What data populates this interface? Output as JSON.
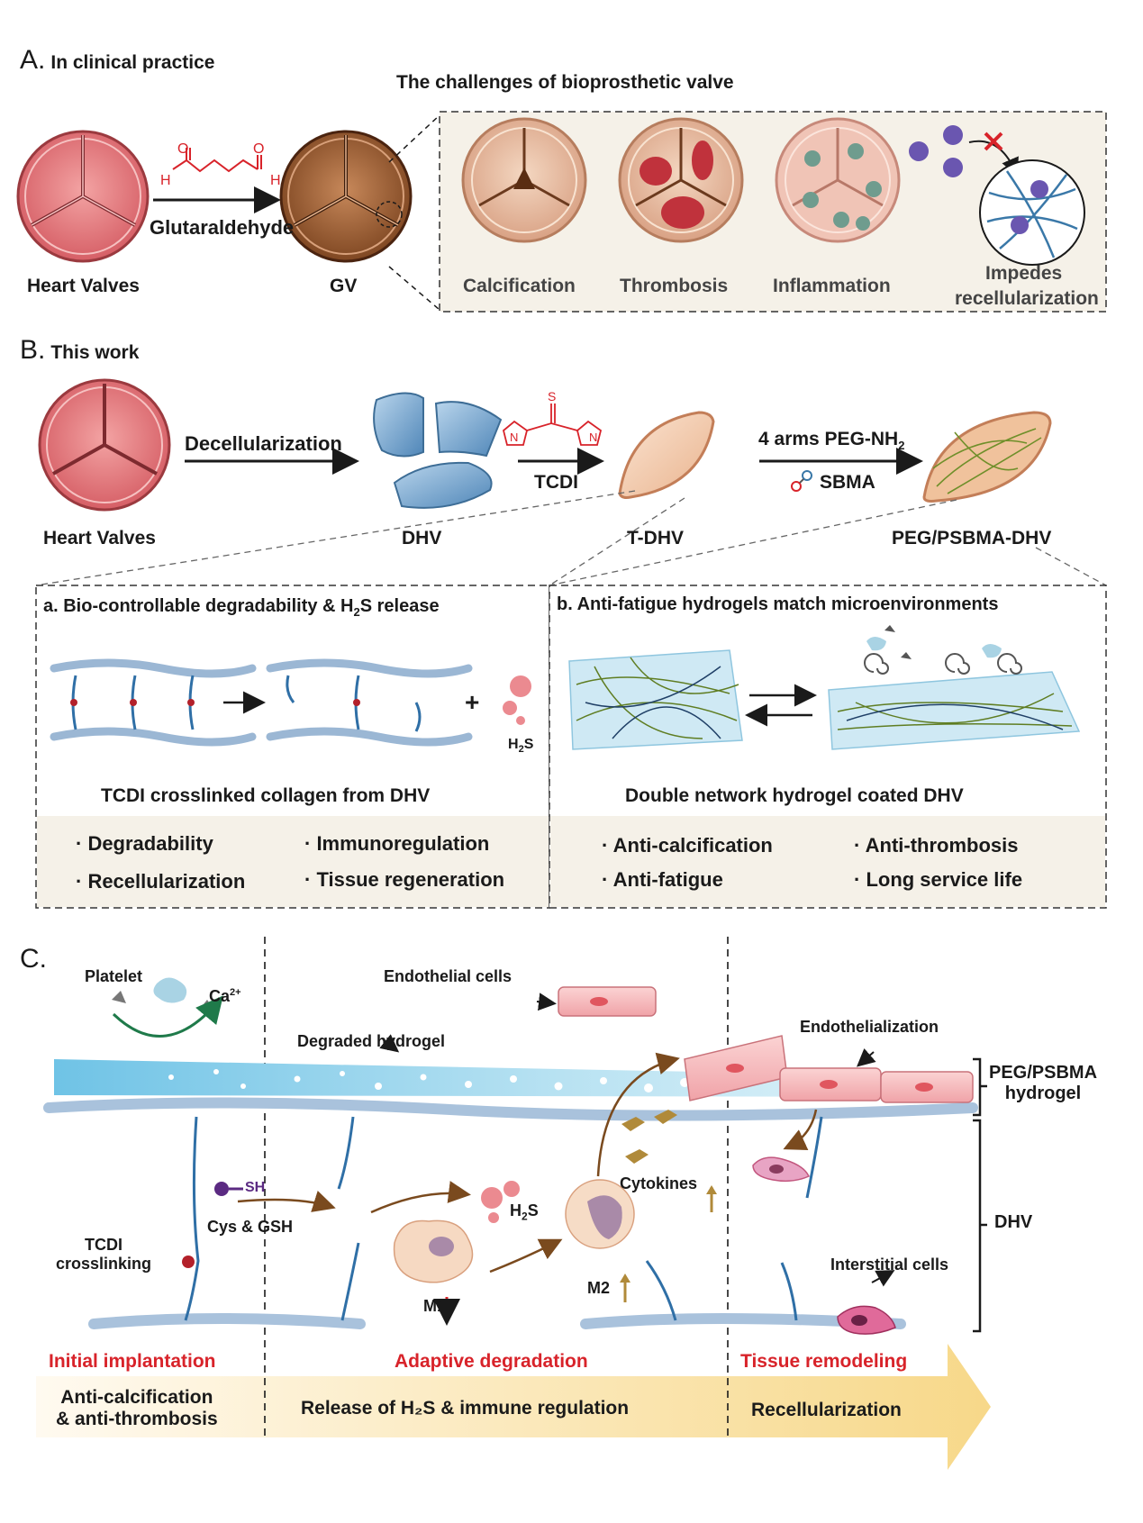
{
  "panel_a": {
    "letter": "A.",
    "title": "In clinical practice",
    "challenges_title": "The challenges of bioprosthetic valve",
    "heart_valves": "Heart Valves",
    "reagent": "Glutaraldehyde",
    "gv": "GV",
    "challenges": [
      "Calcification",
      "Thrombosis",
      "Inflammation",
      "Impedes",
      "recellularization"
    ],
    "chem_o": "O",
    "chem_h": "H"
  },
  "panel_b": {
    "letter": "B.",
    "title": "This work",
    "heart_valves": "Heart Valves",
    "decell": "Decellularization",
    "dhv": "DHV",
    "tcdi": "TCDI",
    "tdhv": "T-DHV",
    "peg_arms": "4 arms PEG-NH",
    "sub2": "2",
    "sbma": "SBMA",
    "peg_dhv": "PEG/PSBMA-DHV",
    "chem_s": "S",
    "chem_n": "N",
    "box_a": {
      "title_pre": "a. Bio-controllable degradability & H",
      "title_sub": "2",
      "title_post": "S release",
      "h2s_h": "H",
      "h2s_sub": "2",
      "h2s_s": "S",
      "plus": "+",
      "caption": "TCDI crosslinked collagen from DHV",
      "bullets": [
        "· Degradability",
        "· Immunoregulation",
        "· Recellularization",
        "· Tissue regeneration"
      ]
    },
    "box_b": {
      "title": "b. Anti-fatigue hydrogels match microenvironments",
      "caption": "Double network hydrogel coated DHV",
      "bullets": [
        "· Anti-calcification",
        "· Anti-thrombosis",
        "· Anti-fatigue",
        "· Long service life"
      ]
    }
  },
  "panel_c": {
    "letter": "C.",
    "platelet": "Platelet",
    "ca": "Ca",
    "ca_sup": "2+",
    "endothelial": "Endothelial cells",
    "degraded": "Degraded hydrogel",
    "endothelialization": "Endothelialization",
    "peg_line1": "PEG/PSBMA",
    "peg_line2": "hydrogel",
    "dhv": "DHV",
    "tcdi_line1": "TCDI",
    "tcdi_line2": "crosslinking",
    "sh": "SH",
    "cys": "Cys & GSH",
    "h2s_h": "H",
    "h2s_sub": "2",
    "h2s_s": "S",
    "m1": "M1",
    "m2": "M2",
    "cytokines": "Cytokines",
    "interstitial": "Interstitial cells",
    "stage1": "Initial implantation",
    "stage2": "Adaptive degradation",
    "stage3": "Tissue remodeling",
    "desc1_line1": "Anti-calcification",
    "desc1_line2": "& anti-thrombosis",
    "desc2": "Release of H₂S & immune regulation",
    "desc3": "Recellularization"
  },
  "colors": {
    "red_label": "#d8232a",
    "arrow_brown": "#7a4a1e",
    "arrow_green": "#1f7a4a",
    "hydrogel_blue": "#8fd0ea",
    "box_fill": "#f5f1e8"
  }
}
